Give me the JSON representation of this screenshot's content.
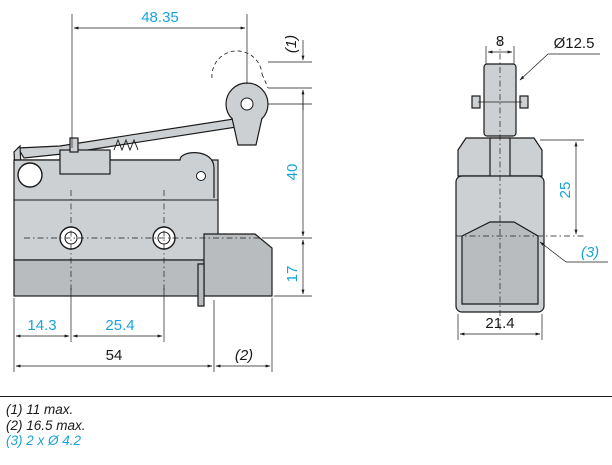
{
  "dimensions": {
    "top_width": "48.35",
    "note1_ref": "(1)",
    "height_40": "40",
    "height_17": "17",
    "hole_pitch_1": "14.3",
    "hole_pitch_2": "25.4",
    "overall_length": "54",
    "note2_ref": "(2)",
    "roller_width": "8",
    "roller_diameter": "Ø12.5",
    "side_height": "25",
    "note3_ref": "(3)",
    "side_width": "21.4"
  },
  "notes": [
    {
      "text": "(1) 11 max.",
      "color": "black"
    },
    {
      "text": "(2) 16.5 max.",
      "color": "black"
    },
    {
      "text": "(3) 2 x Ø 4.2",
      "color": "blue"
    }
  ],
  "colors": {
    "dimension_blue": "#1aa3d9",
    "line_black": "#1a1a1a",
    "body_grey": "#cdd0d2"
  }
}
